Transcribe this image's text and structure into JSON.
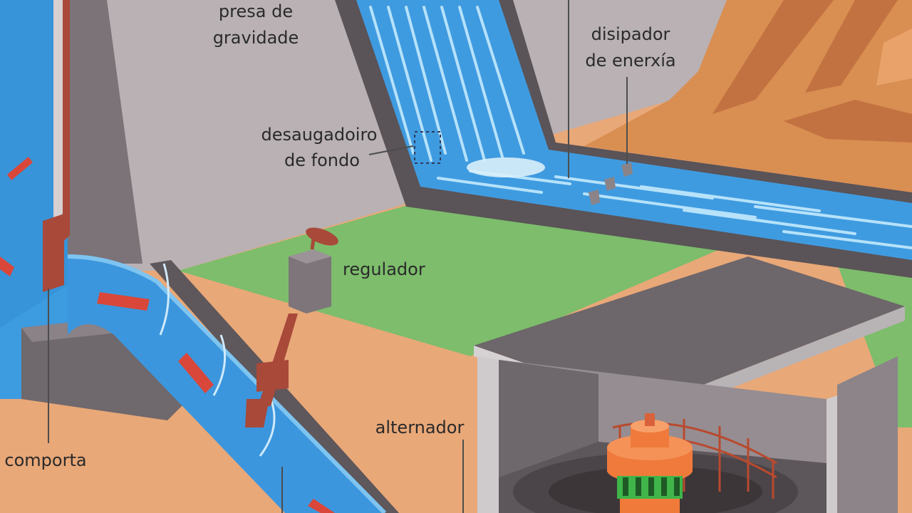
{
  "labels": {
    "presa_line1": "presa de",
    "presa_line2": "gravidade",
    "disipador_line1": "disipador",
    "disipador_line2": "de enerxía",
    "desaugadoiro_line1": "desaugadoiro",
    "desaugadoiro_line2": "de fondo",
    "regulador": "regulador",
    "alternador": "alternador",
    "comporta": "comporta"
  },
  "colors": {
    "water": "#3d9be0",
    "water_light": "#a8d8f5",
    "concrete": "#7c7479",
    "concrete_dark": "#5e575b",
    "wall_light": "#b7b0b2",
    "ground": "#e8a574",
    "grass": "#7bbf6b",
    "mountain": "#d98e52",
    "arrow_red": "#d9473a",
    "brown_red": "#a8493a",
    "generator_orange": "#f07a3a",
    "generator_green": "#3fb54a"
  }
}
